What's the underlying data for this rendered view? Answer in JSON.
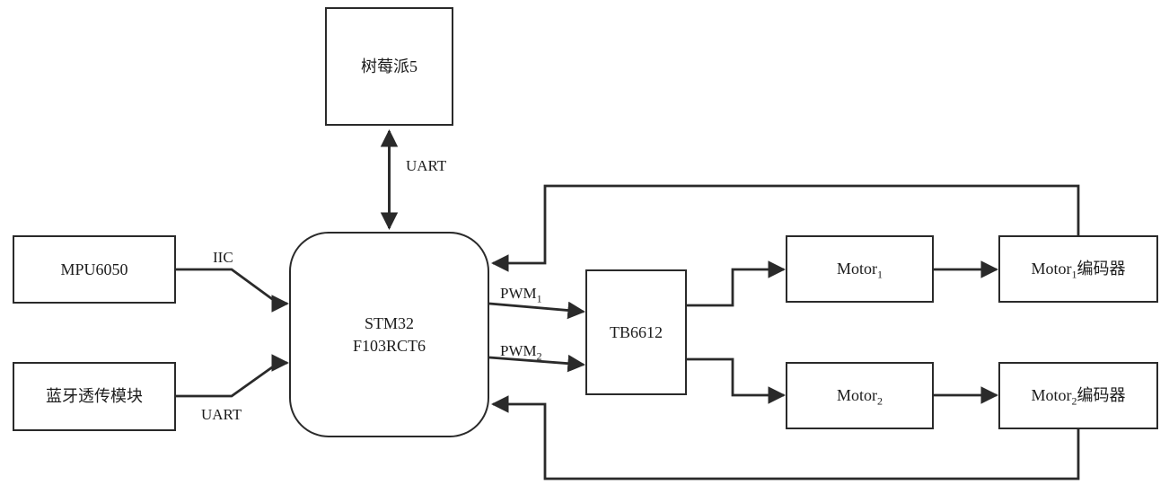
{
  "diagram": {
    "background": "#ffffff",
    "line_color": "#2a2a2a",
    "text_color": "#1c1c1c",
    "boxes": {
      "raspberry_pi": {
        "label": "树莓派5"
      },
      "mpu6050": {
        "label": "MPU6050"
      },
      "bluetooth": {
        "label": "蓝牙透传模块"
      },
      "stm32": {
        "line1": "STM32",
        "line2": "F103RCT6"
      },
      "tb6612": {
        "label": "TB6612"
      },
      "motor1": {
        "pre": "Motor",
        "sub": "1"
      },
      "motor1_encoder": {
        "pre": "Motor",
        "sub": "1",
        "post": "编码器"
      },
      "motor2": {
        "pre": "Motor",
        "sub": "2"
      },
      "motor2_encoder": {
        "pre": "Motor",
        "sub": "2",
        "post": "编码器"
      }
    },
    "labels": {
      "uart_top": "UART",
      "iic": "IIC",
      "uart_bottom": "UART",
      "pwm1": {
        "pre": "PWM",
        "sub": "1"
      },
      "pwm2": {
        "pre": "PWM",
        "sub": "2"
      }
    }
  }
}
